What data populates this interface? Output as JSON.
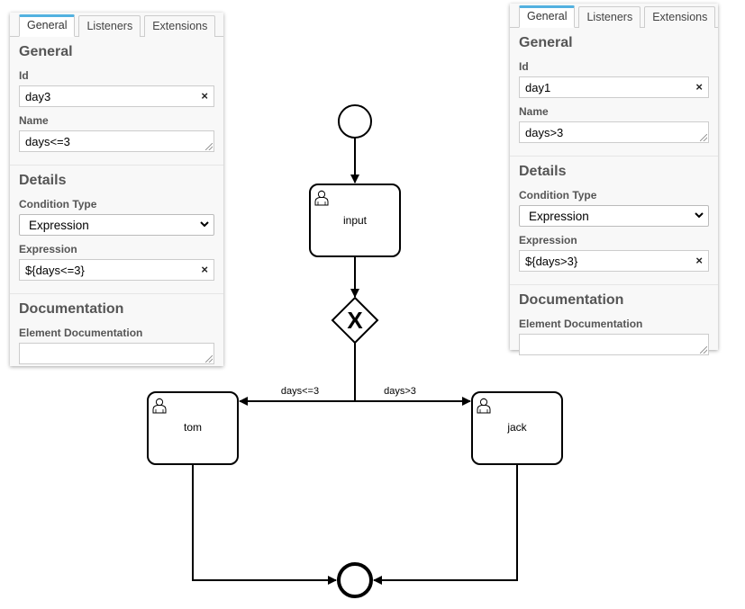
{
  "left_panel": {
    "tabs": [
      {
        "label": "General",
        "active": true
      },
      {
        "label": "Listeners",
        "active": false
      },
      {
        "label": "Extensions",
        "active": false
      }
    ],
    "general_heading": "General",
    "id_label": "Id",
    "id_value": "day3",
    "name_label": "Name",
    "name_value": "days<=3",
    "details_heading": "Details",
    "condition_type_label": "Condition Type",
    "condition_type_value": "Expression",
    "expression_label": "Expression",
    "expression_value": "${days<=3}",
    "documentation_heading": "Documentation",
    "element_documentation_label": "Element Documentation",
    "element_documentation_value": ""
  },
  "right_panel": {
    "tabs": [
      {
        "label": "General",
        "active": true
      },
      {
        "label": "Listeners",
        "active": false
      },
      {
        "label": "Extensions",
        "active": false
      }
    ],
    "general_heading": "General",
    "id_label": "Id",
    "id_value": "day1",
    "name_label": "Name",
    "name_value": "days>3",
    "details_heading": "Details",
    "condition_type_label": "Condition Type",
    "condition_type_value": "Expression",
    "expression_label": "Expression",
    "expression_value": "${days>3}",
    "documentation_heading": "Documentation",
    "element_documentation_label": "Element Documentation",
    "element_documentation_value": ""
  },
  "diagram": {
    "tasks": {
      "input": "input",
      "tom": "tom",
      "jack": "jack"
    },
    "flows": {
      "left": "days<=3",
      "right": "days>3"
    },
    "gateway_symbol": "X",
    "icons": [
      "user-task-icon",
      "start-event",
      "end-event",
      "exclusive-gateway"
    ]
  },
  "clear_symbol": "×"
}
